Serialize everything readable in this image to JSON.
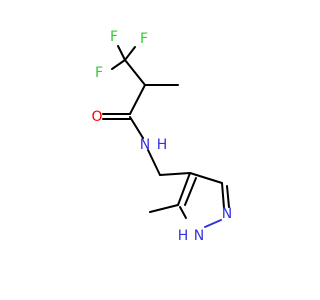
{
  "molecule": {
    "atoms": {
      "f1": {
        "symbol": "F",
        "color": "#33cc33"
      },
      "f2": {
        "symbol": "F",
        "color": "#33cc33"
      },
      "f3": {
        "symbol": "F",
        "color": "#33cc33"
      },
      "o": {
        "symbol": "O",
        "color": "#ff0000"
      },
      "amide_n": {
        "symbol": "N",
        "color": "#3333dd"
      },
      "amide_h": {
        "symbol": "H",
        "color": "#3333dd"
      },
      "ring_n": {
        "symbol": "N",
        "color": "#3333dd"
      },
      "ring_nh": {
        "symbol": "N",
        "color": "#3333dd"
      },
      "ring_h": {
        "symbol": "H",
        "color": "#3333dd"
      }
    }
  }
}
